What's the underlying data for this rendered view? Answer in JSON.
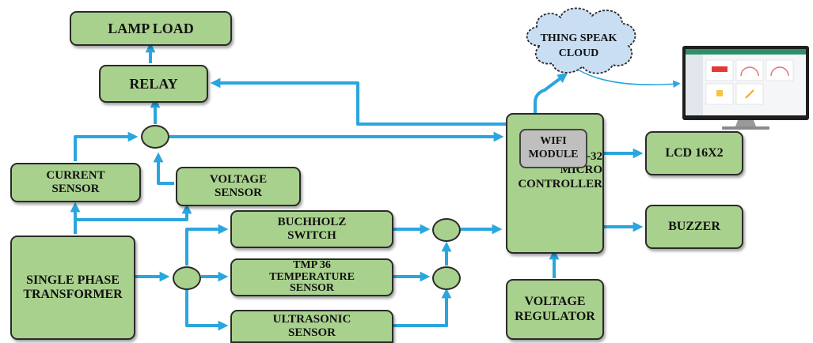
{
  "blocks": {
    "lamp_load": "LAMP LOAD",
    "relay": "RELAY",
    "current_sensor": [
      "CURRENT",
      "SENSOR"
    ],
    "voltage_sensor": [
      "VOLTAGE",
      "SENSOR"
    ],
    "single_phase_transformer": [
      "SINGLE PHASE",
      "TRANSFORMER"
    ],
    "buchholz_switch": [
      "BUCHHOLZ",
      "SWITCH"
    ],
    "tmp36_sensor": [
      "TMP 36",
      "TEMPERATURE",
      "SENSOR"
    ],
    "ultrasonic_sensor": [
      "ULTRASONIC",
      "SENSOR"
    ],
    "esp32": [
      "ESP-32",
      "MICRO",
      "CONTROLLER"
    ],
    "wifi_module": [
      "WIFI",
      "MODULE"
    ],
    "lcd": "LCD 16X2",
    "buzzer": "BUZZER",
    "voltage_regulator": [
      "VOLTAGE",
      "REGULATOR"
    ],
    "cloud": [
      "THING SPEAK",
      "CLOUD"
    ]
  },
  "colors": {
    "block_fill": "#a9d18e",
    "block_border": "#2a2a2a",
    "wire": "#2aa6de",
    "cloud_fill": "#c9def2",
    "module_fill": "#bfbfbf"
  },
  "icons": {
    "monitor": "monitor-icon",
    "cloud": "cloud-icon"
  }
}
